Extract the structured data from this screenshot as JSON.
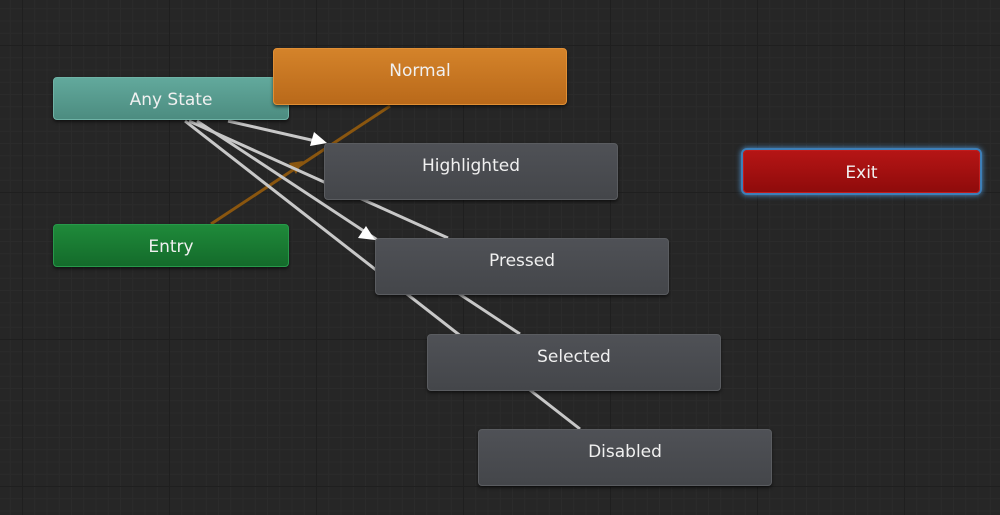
{
  "nodes": {
    "any_state": {
      "label": "Any State"
    },
    "normal": {
      "label": "Normal"
    },
    "highlighted": {
      "label": "Highlighted"
    },
    "exit": {
      "label": "Exit"
    },
    "entry": {
      "label": "Entry"
    },
    "pressed": {
      "label": "Pressed"
    },
    "selected": {
      "label": "Selected"
    },
    "disabled": {
      "label": "Disabled"
    }
  },
  "transitions": [
    {
      "from": "entry",
      "to": "normal",
      "kind": "default"
    },
    {
      "from": "any_state",
      "to": "highlighted",
      "kind": "any"
    },
    {
      "from": "any_state",
      "to": "pressed",
      "kind": "any"
    },
    {
      "from": "any_state",
      "to": "selected",
      "kind": "any"
    },
    {
      "from": "any_state",
      "to": "disabled",
      "kind": "any"
    }
  ],
  "colors": {
    "any_state": "#56998d",
    "normal": "#c8761f",
    "entry": "#18782f",
    "exit": "#a01010",
    "state": "#48494d",
    "default_transition": "#8a560f",
    "any_transition": "#c8c8c8",
    "selection_glow": "#4f95d1"
  }
}
